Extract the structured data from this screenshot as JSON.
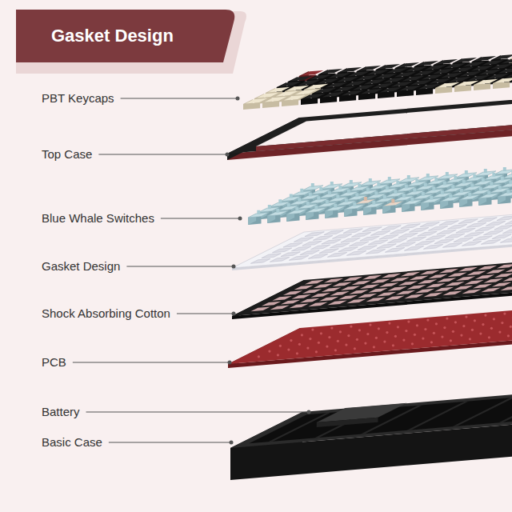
{
  "diagram": {
    "title": "Gasket Design",
    "labels": [
      "PBT Keycaps",
      "Top Case",
      "Blue Whale Switches",
      "Gasket Design",
      "Shock Absorbing Cotton",
      "PCB",
      "Battery",
      "Basic Case"
    ]
  }
}
